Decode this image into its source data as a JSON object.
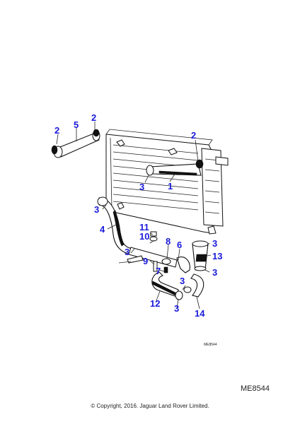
{
  "diagram": {
    "reference_small": "ME8544",
    "reference_large": "ME8544",
    "copyright": "© Copyright, 2016. Jaguar Land Rover Limited.",
    "callouts": [
      {
        "id": "c-2a",
        "text": "2"
      },
      {
        "id": "c-2b",
        "text": "2"
      },
      {
        "id": "c-2c",
        "text": "2"
      },
      {
        "id": "c-5",
        "text": "5"
      },
      {
        "id": "c-3a",
        "text": "3"
      },
      {
        "id": "c-1",
        "text": "1"
      },
      {
        "id": "c-3b",
        "text": "3"
      },
      {
        "id": "c-4",
        "text": "4"
      },
      {
        "id": "c-11",
        "text": "11"
      },
      {
        "id": "c-10",
        "text": "10"
      },
      {
        "id": "c-3c",
        "text": "3"
      },
      {
        "id": "c-8",
        "text": "8"
      },
      {
        "id": "c-6",
        "text": "6"
      },
      {
        "id": "c-3d",
        "text": "3"
      },
      {
        "id": "c-13",
        "text": "13"
      },
      {
        "id": "c-9",
        "text": "9"
      },
      {
        "id": "c-7",
        "text": "7"
      },
      {
        "id": "c-3e",
        "text": "3"
      },
      {
        "id": "c-3f",
        "text": "3"
      },
      {
        "id": "c-12",
        "text": "12"
      },
      {
        "id": "c-3g",
        "text": "3"
      },
      {
        "id": "c-14",
        "text": "14"
      }
    ],
    "colors": {
      "callout": "#1a1adc",
      "line": "#111111"
    }
  }
}
